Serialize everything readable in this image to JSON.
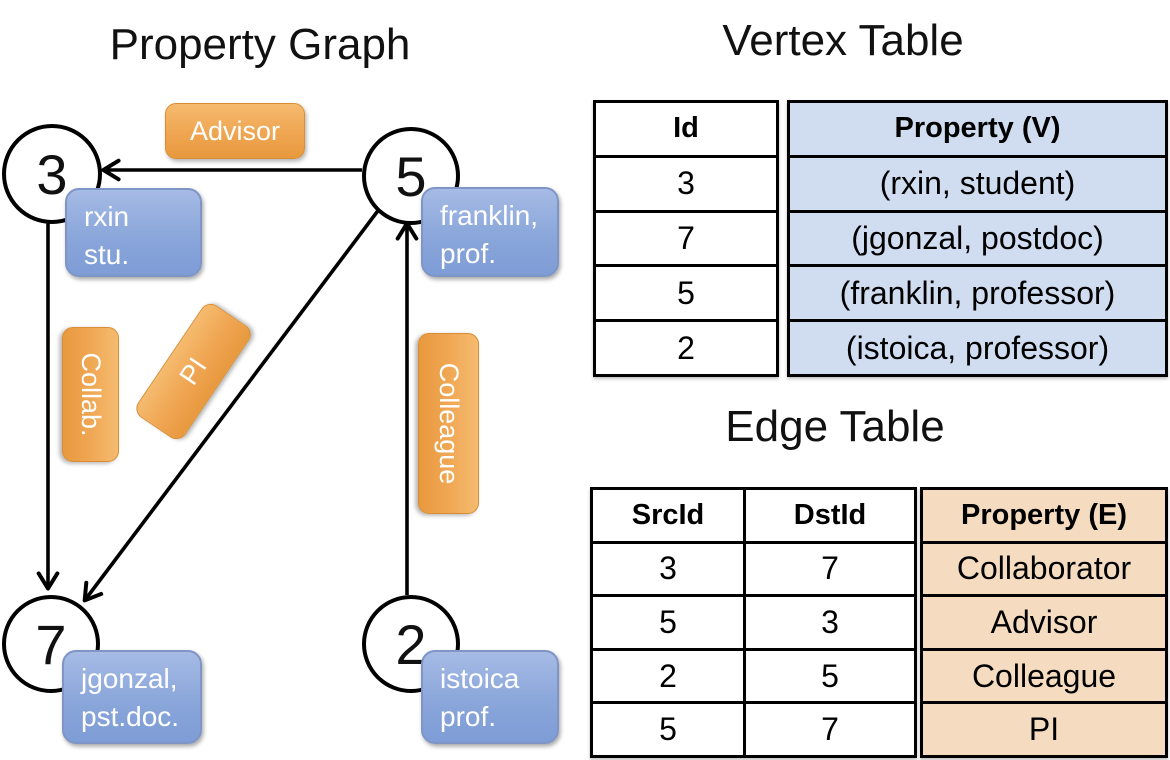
{
  "graph": {
    "title": "Property Graph",
    "nodes": [
      {
        "id": "3",
        "prop_line1": "rxin",
        "prop_line2": "stu."
      },
      {
        "id": "5",
        "prop_line1": "franklin,",
        "prop_line2": "prof."
      },
      {
        "id": "7",
        "prop_line1": "jgonzal,",
        "prop_line2": "pst.doc."
      },
      {
        "id": "2",
        "prop_line1": "istoica",
        "prop_line2": "prof."
      }
    ],
    "edge_labels": {
      "advisor": "Advisor",
      "collab": "Collab.",
      "pi": "PI",
      "colleague": "Colleague"
    }
  },
  "vertex_table": {
    "title": "Vertex Table",
    "columns": {
      "id": "Id",
      "property": "Property (V)"
    },
    "rows": [
      {
        "id": "3",
        "property": "(rxin, student)"
      },
      {
        "id": "7",
        "property": "(jgonzal, postdoc)"
      },
      {
        "id": "5",
        "property": "(franklin, professor)"
      },
      {
        "id": "2",
        "property": "(istoica, professor)"
      }
    ]
  },
  "edge_table": {
    "title": "Edge Table",
    "columns": {
      "src": "SrcId",
      "dst": "DstId",
      "property": "Property (E)"
    },
    "rows": [
      {
        "src": "3",
        "dst": "7",
        "property": "Collaborator"
      },
      {
        "src": "5",
        "dst": "3",
        "property": "Advisor"
      },
      {
        "src": "2",
        "dst": "5",
        "property": "Colleague"
      },
      {
        "src": "5",
        "dst": "7",
        "property": "PI"
      }
    ]
  },
  "colors": {
    "edge_label_orange": "#efa551",
    "vertex_prop_blue": "#8aa6da",
    "vertex_table_fill": "#d0ddf1",
    "edge_table_fill": "#f5dcc1",
    "line_black": "#000000"
  }
}
